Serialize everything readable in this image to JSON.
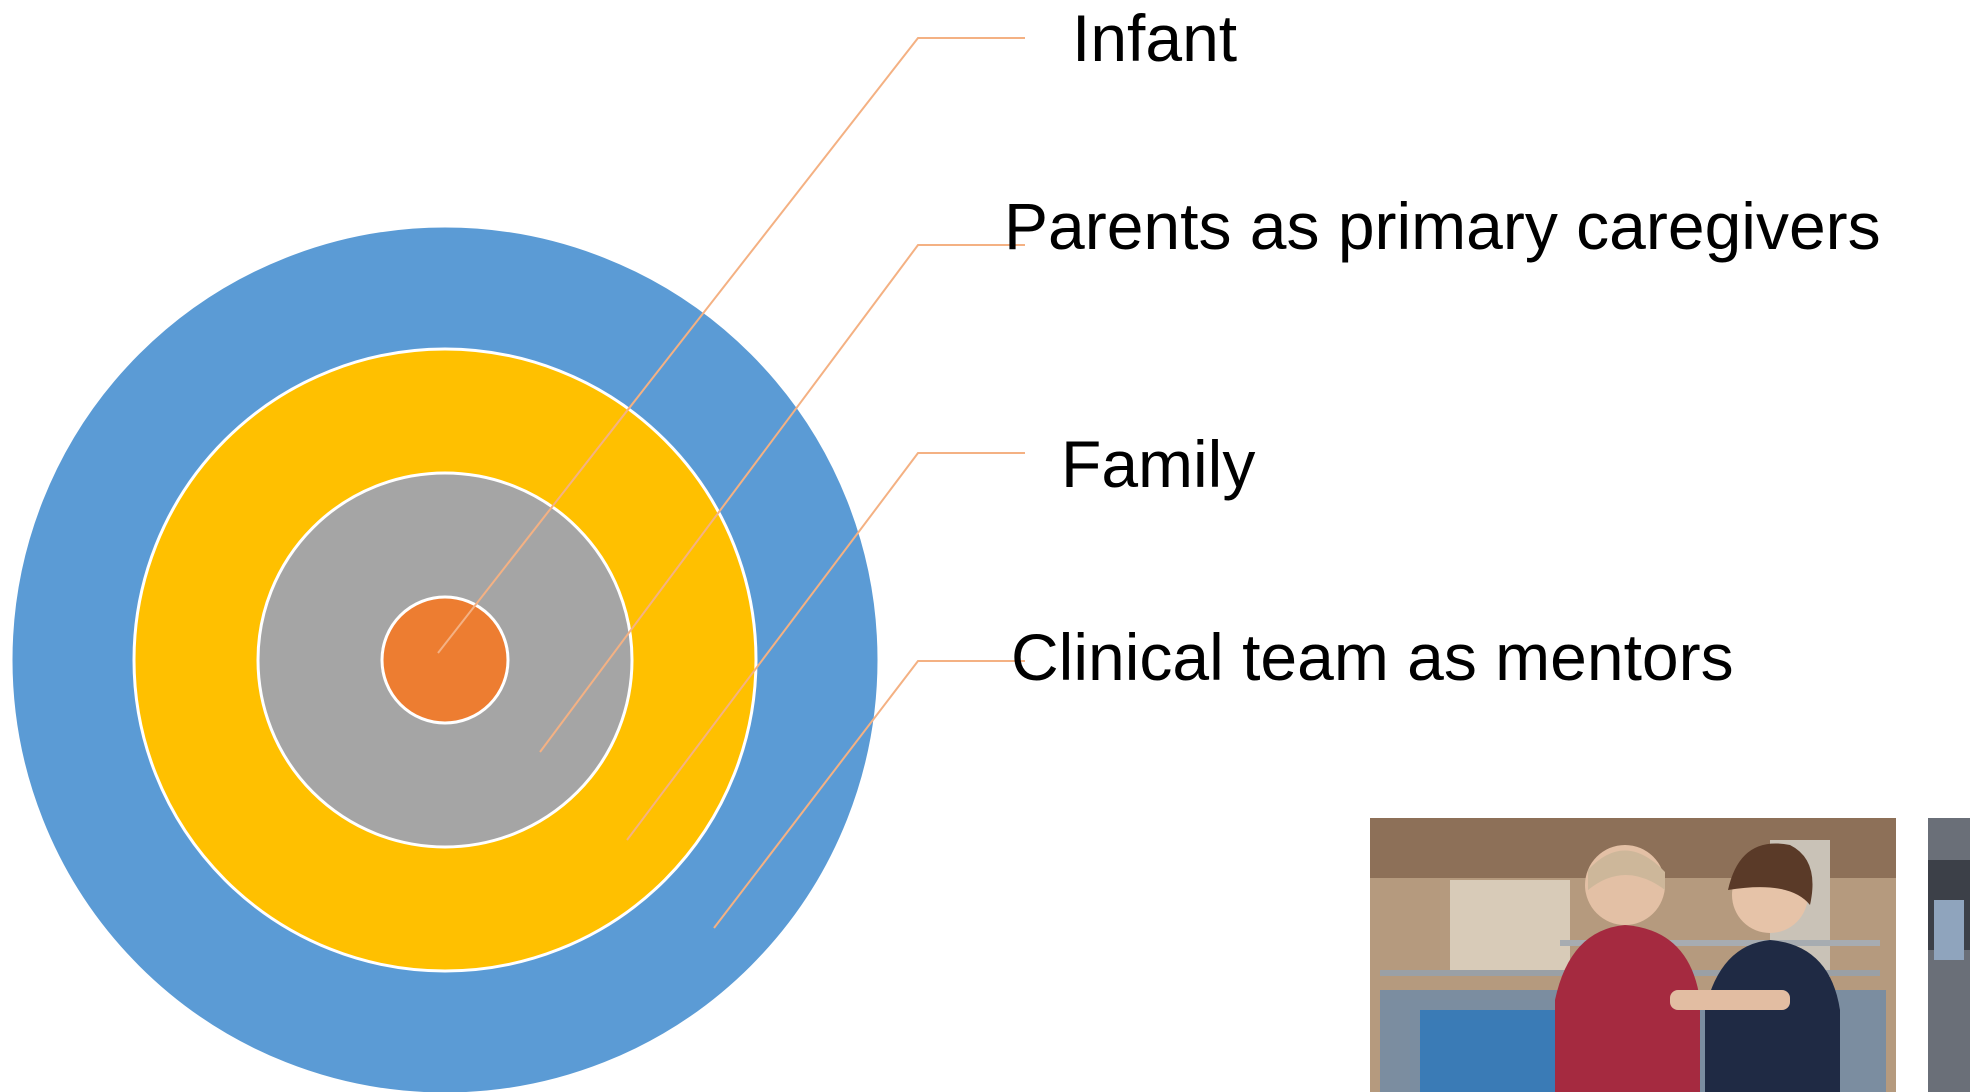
{
  "diagram": {
    "type": "concentric-circles",
    "colors": {
      "outer": "#5b9bd5",
      "second": "#ffc000",
      "third": "#a5a5a5",
      "core": "#ed7d31",
      "leader": "#f4b183",
      "ring_border": "#ffffff"
    },
    "labels": {
      "infant": "Infant",
      "parents": "Parents as primary caregivers",
      "family": "Family",
      "clinical": "Clinical team as mentors"
    }
  },
  "photos": [
    {
      "description_icon": "photo-icon"
    },
    {
      "description_icon": "photo-icon"
    }
  ]
}
